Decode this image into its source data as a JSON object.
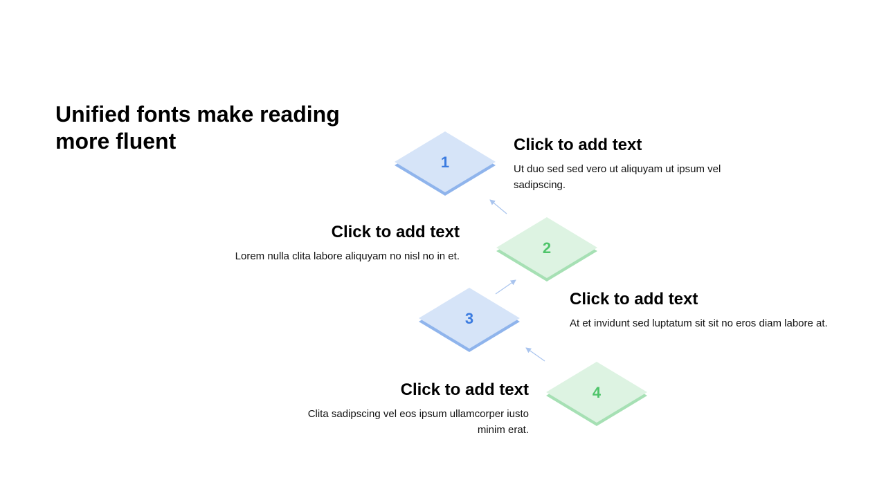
{
  "slide": {
    "title": "Unified fonts make reading more fluent"
  },
  "colors": {
    "blue_face": "#d6e4f8",
    "blue_edge": "#8fb4ec",
    "blue_text": "#3b7be0",
    "green_face": "#ddf3e2",
    "green_edge": "#a6e0b4",
    "green_text": "#4ec46a",
    "arrow": "#a9c4ee"
  },
  "steps": [
    {
      "number": "1",
      "color": "blue",
      "heading": "Click to add text",
      "body": "Ut duo sed sed vero ut aliquyam ut ipsum vel sadipscing."
    },
    {
      "number": "2",
      "color": "green",
      "heading": "Click to add text",
      "body": "Lorem nulla clita labore aliquyam no nisl no in et."
    },
    {
      "number": "3",
      "color": "blue",
      "heading": "Click to add text",
      "body": "At et invidunt sed luptatum sit sit no eros diam labore at."
    },
    {
      "number": "4",
      "color": "green",
      "heading": "Click to add text",
      "body": "Clita sadipscing vel eos ipsum ullamcorper iusto minim erat."
    }
  ]
}
